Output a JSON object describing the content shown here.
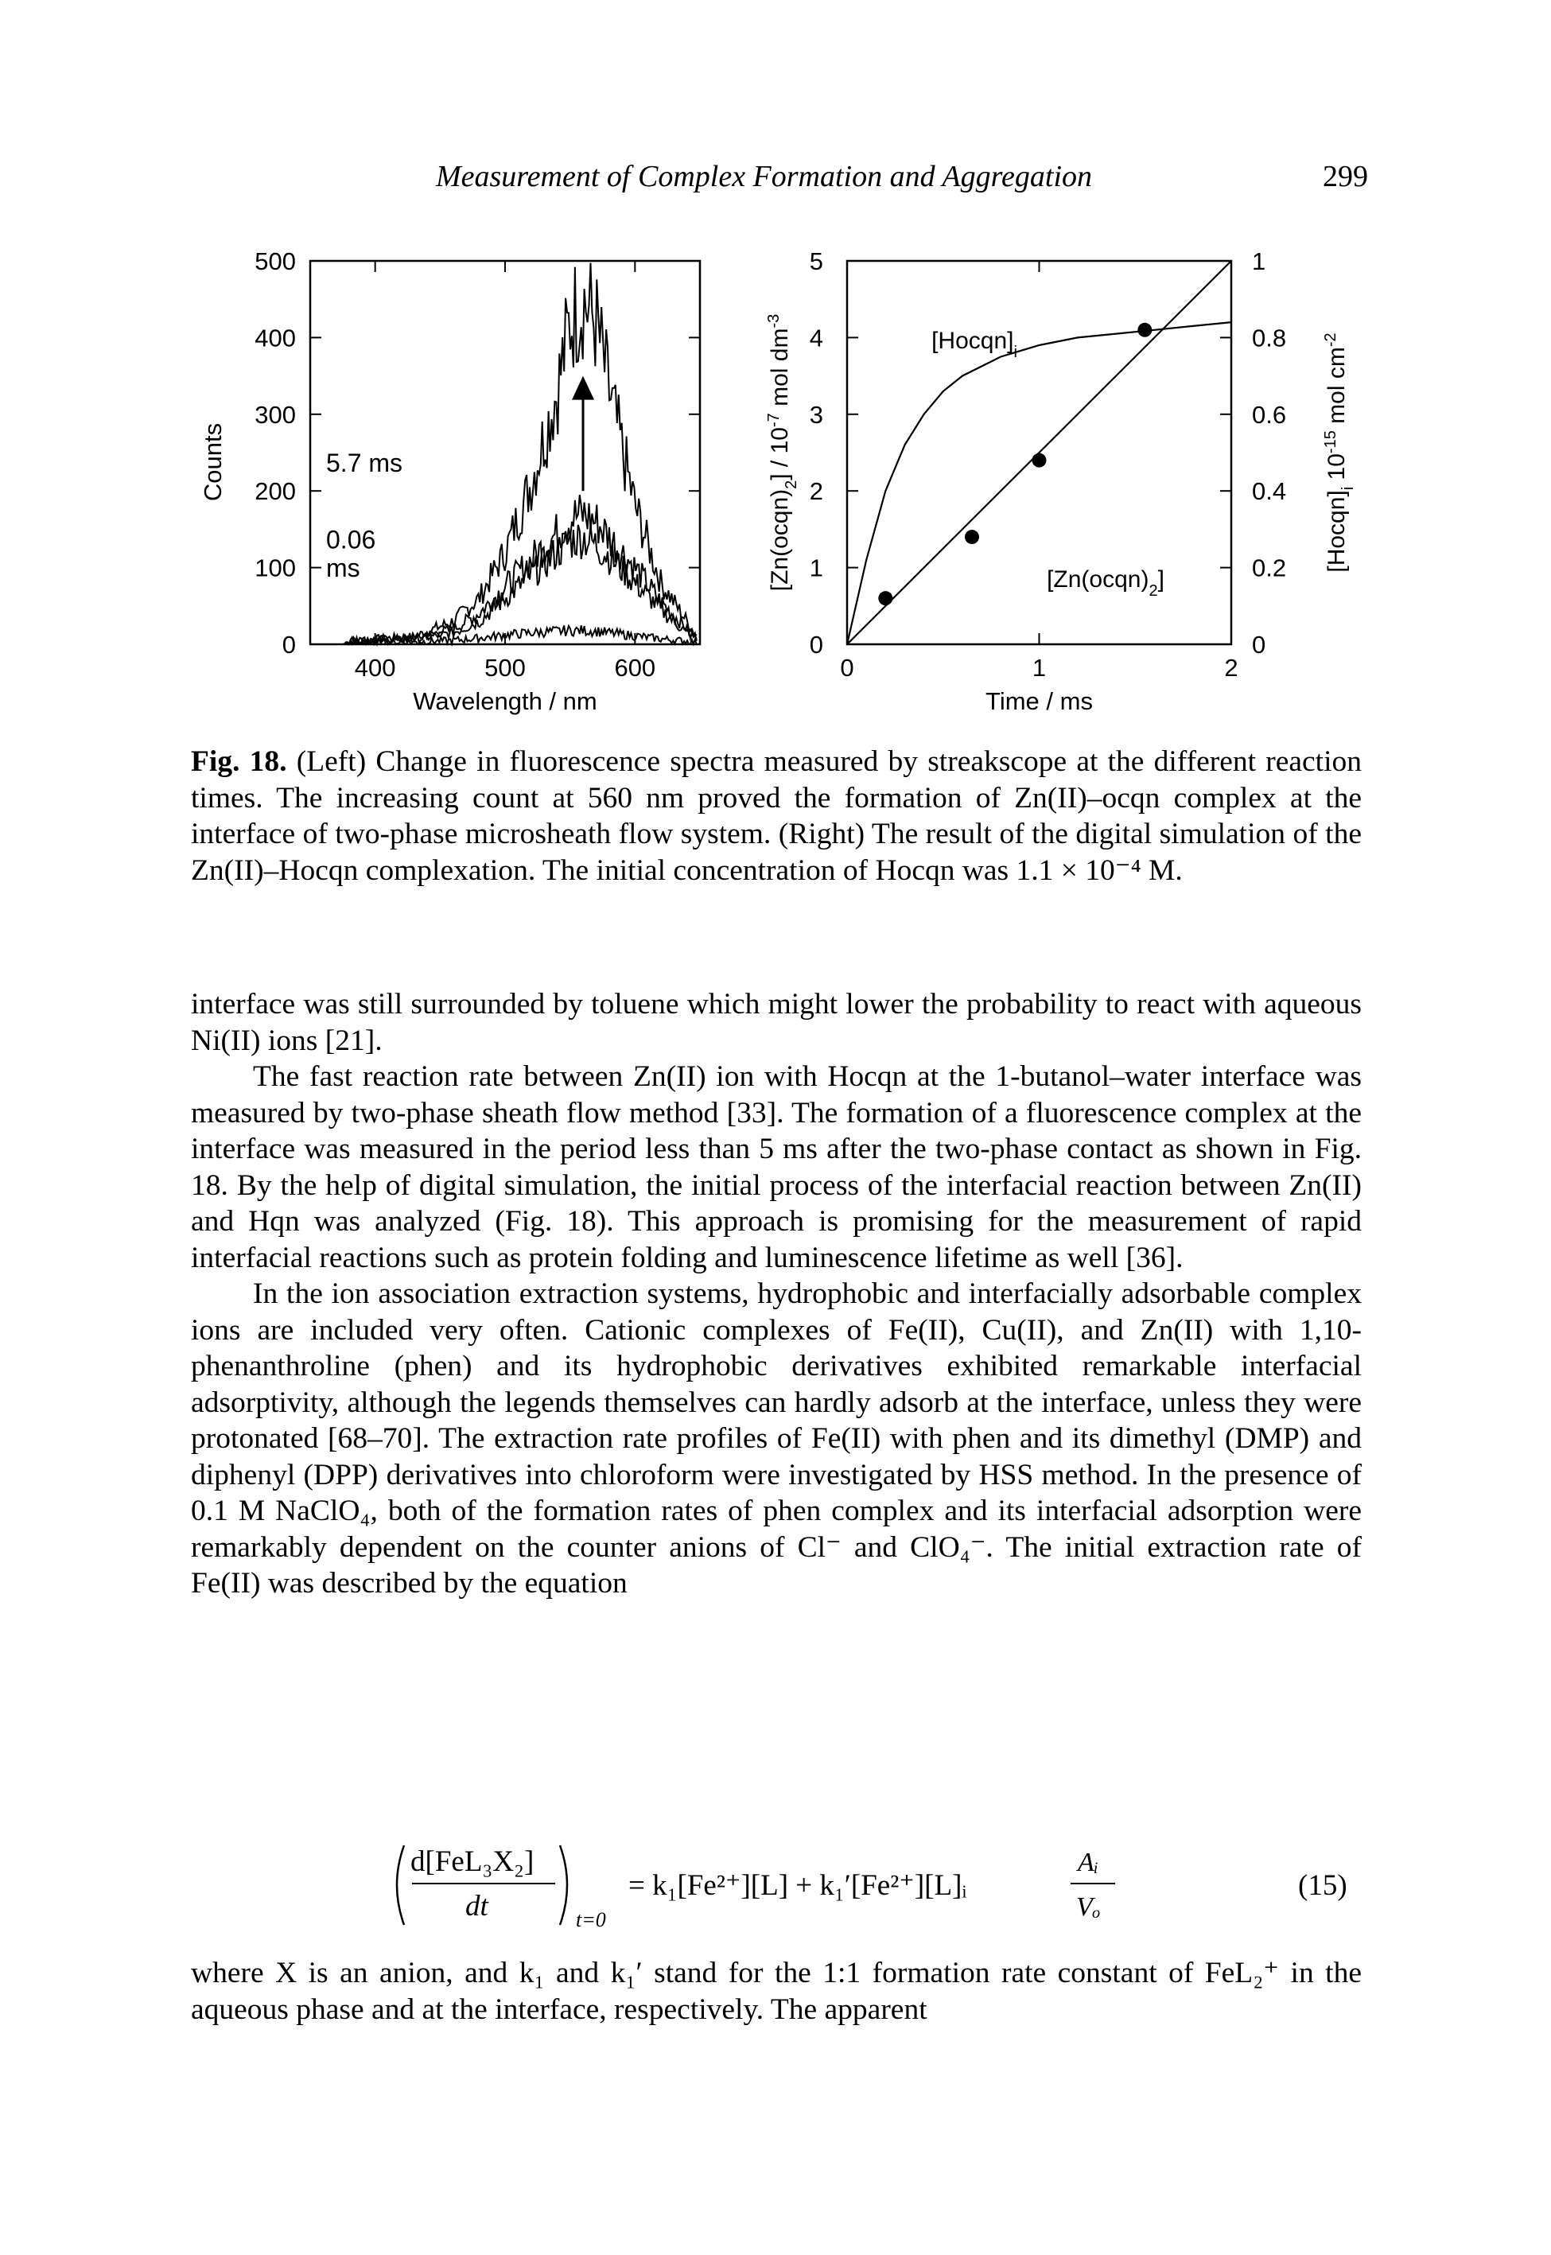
{
  "header": {
    "running_title": "Measurement of Complex Formation and Aggregation",
    "page_number": "299"
  },
  "chart_data": [
    {
      "type": "line",
      "title": "",
      "xlabel": "Wavelength / nm",
      "ylabel": "Counts",
      "xlim": [
        350,
        650
      ],
      "ylim": [
        0,
        500
      ],
      "x_ticks": [
        "400",
        "500",
        "600"
      ],
      "y_ticks": [
        "0",
        "100",
        "200",
        "300",
        "400",
        "500"
      ],
      "annotations": [
        "5.7 ms",
        "0.06 ms"
      ],
      "series": [
        {
          "name": "5.7 ms",
          "x": [
            380,
            430,
            460,
            480,
            500,
            520,
            540,
            550,
            560,
            570,
            580,
            600,
            620,
            640,
            648
          ],
          "values": [
            5,
            10,
            30,
            60,
            120,
            210,
            330,
            420,
            450,
            420,
            330,
            180,
            80,
            30,
            10
          ]
        },
        {
          "name": "",
          "x": [
            380,
            430,
            460,
            480,
            500,
            520,
            540,
            550,
            560,
            570,
            580,
            600,
            620,
            640,
            648
          ],
          "values": [
            5,
            8,
            20,
            40,
            75,
            110,
            145,
            165,
            170,
            160,
            140,
            100,
            55,
            20,
            8
          ]
        },
        {
          "name": "",
          "x": [
            380,
            430,
            460,
            480,
            500,
            520,
            540,
            550,
            560,
            570,
            580,
            600,
            620,
            640,
            648
          ],
          "values": [
            4,
            6,
            15,
            30,
            60,
            90,
            120,
            135,
            140,
            130,
            115,
            80,
            45,
            15,
            6
          ]
        },
        {
          "name": "0.06 ms",
          "x": [
            380,
            430,
            460,
            480,
            500,
            520,
            540,
            550,
            560,
            570,
            580,
            600,
            620,
            640,
            648
          ],
          "values": [
            2,
            3,
            5,
            8,
            12,
            15,
            17,
            18,
            18,
            17,
            15,
            11,
            7,
            4,
            2
          ]
        }
      ]
    },
    {
      "type": "line",
      "title": "",
      "xlabel": "Time / ms",
      "ylabel": "[Zn(ocqn)2] / 10-7 mol dm-3",
      "y2label": "[Hocqn]i 10-15 mol cm-2",
      "xlim": [
        0,
        2
      ],
      "ylim": [
        0,
        5
      ],
      "y2lim": [
        0,
        1
      ],
      "x_ticks": [
        "0",
        "1",
        "2"
      ],
      "y_ticks": [
        "0",
        "1",
        "2",
        "3",
        "4",
        "5"
      ],
      "y2_ticks": [
        "0",
        "0.2",
        "0.4",
        "0.6",
        "0.8",
        "1"
      ],
      "series": [
        {
          "name": "[Hocqn]i",
          "x": [
            0,
            0.1,
            0.2,
            0.3,
            0.4,
            0.5,
            0.6,
            0.8,
            1.0,
            1.2,
            1.4,
            1.6,
            1.8,
            2.0
          ],
          "values": [
            0,
            0.22,
            0.4,
            0.52,
            0.6,
            0.66,
            0.7,
            0.75,
            0.78,
            0.8,
            0.81,
            0.82,
            0.83,
            0.84
          ]
        },
        {
          "name": "[Zn(ocqn)2]",
          "x": [
            0,
            0.3,
            0.6,
            1.0,
            1.4,
            2.0
          ],
          "values": [
            0,
            0.75,
            1.5,
            2.5,
            3.5,
            5.0
          ]
        }
      ],
      "points": [
        {
          "x": 0.2,
          "y": 0.6
        },
        {
          "x": 0.65,
          "y": 1.4
        },
        {
          "x": 1.0,
          "y": 2.4
        },
        {
          "x": 1.55,
          "y": 4.1
        }
      ],
      "annotations": [
        "[Hocqn]i",
        "[Zn(ocqn)2]"
      ]
    }
  ],
  "caption": {
    "label": "Fig. 18.",
    "text": " (Left) Change in fluorescence spectra measured by streakscope at the different reaction times. The increasing count at 560 nm proved the formation of Zn(II)–ocqn complex at the interface of two-phase microsheath flow system. (Right) The result of the digital simulation of the Zn(II)–Hocqn complexation. The initial concentration of Hocqn was 1.1 × 10⁻⁴ M."
  },
  "paragraphs": [
    "interface was still surrounded by toluene which might lower the probability to react with aqueous Ni(II) ions [21].",
    "The fast reaction rate between Zn(II) ion with Hocqn at the 1-butanol–water interface was measured by two-phase sheath flow method [33]. The formation of a fluorescence complex at the interface was measured in the period less than 5 ms after the two-phase contact as shown in Fig. 18. By the help of digital simulation, the initial process of the interfacial reaction between Zn(II) and Hqn was analyzed (Fig. 18). This approach is promising for the measurement of rapid interfacial reactions such as protein folding and luminescence lifetime as well [36].",
    "In the ion association extraction systems, hydrophobic and interfacially adsorbable complex ions are included very often. Cationic complexes of Fe(II), Cu(II), and Zn(II) with 1,10-phenanthroline (phen) and its hydrophobic derivatives exhibited remarkable interfacial adsorptivity, although the legends themselves can hardly adsorb at the interface, unless they were protonated [68–70]. The extraction rate profiles of Fe(II) with phen and its dimethyl (DMP) and diphenyl (DPP) derivatives into chloroform were investigated by HSS method. In the presence of 0.1 M NaClO₄, both of the formation rates of phen complex and its interfacial adsorption were remarkably dependent on the counter anions of Cl⁻ and ClO₄⁻. The initial extraction rate of Fe(II) was described by the equation"
  ],
  "equation": {
    "lhs_numerator": "d[FeL₃X₂]",
    "lhs_denominator": "dt",
    "lhs_subscript": "t=0",
    "rhs": "= k₁[Fe²⁺][L] + k₁′[Fe²⁺][L]ᵢ",
    "frac_numerator": "Aᵢ",
    "frac_denominator": "Vₒ",
    "number": "(15)"
  },
  "after_equation": "where X is an anion, and k₁ and k₁′ stand for the 1:1 formation rate constant of FeL₂⁺ in the aqueous phase and at the interface, respectively. The apparent"
}
